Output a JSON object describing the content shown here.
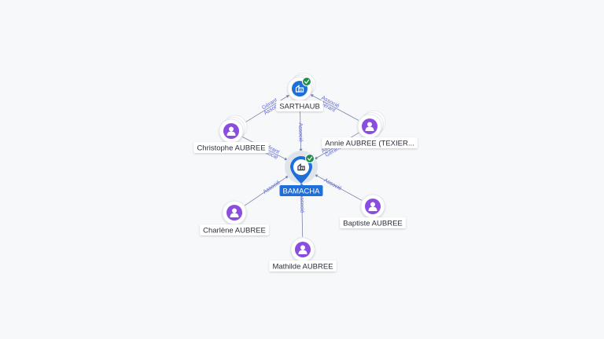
{
  "colors": {
    "person": "#8a4de0",
    "company": "#1e6fd9",
    "verified": "#1f8f4e",
    "edge": "#7b82a8",
    "edge_label": "#5b63d9"
  },
  "center": {
    "label": "BAMACHA",
    "icon": "building-icon",
    "verified": true
  },
  "nodes": [
    {
      "id": "sarthaub",
      "label": "SARTHAUB",
      "type": "company",
      "icon": "building-icon",
      "verified": true
    },
    {
      "id": "christophe",
      "label": "Christophe AUBREE",
      "type": "person",
      "icon": "person-icon"
    },
    {
      "id": "annie",
      "label": "Annie AUBREE (TEXIER...",
      "type": "person",
      "icon": "person-icon"
    },
    {
      "id": "charlene",
      "label": "Charlène AUBREE",
      "type": "person",
      "icon": "person-icon"
    },
    {
      "id": "baptiste",
      "label": "Baptiste AUBREE",
      "type": "person",
      "icon": "person-icon"
    },
    {
      "id": "mathilde",
      "label": "Mathilde AUBREE",
      "type": "person",
      "icon": "person-icon"
    }
  ],
  "edges": [
    {
      "from": "sarthaub",
      "to": "center",
      "labels": [
        "Associé"
      ]
    },
    {
      "from": "christophe",
      "to": "sarthaub",
      "labels": [
        "Gérant",
        "Associé"
      ]
    },
    {
      "from": "annie",
      "to": "sarthaub",
      "labels": [
        "Gérant",
        "Associé"
      ]
    },
    {
      "from": "christophe",
      "to": "center",
      "labels": [
        "Gérant",
        "Associé"
      ]
    },
    {
      "from": "annie",
      "to": "center",
      "labels": [
        "Gérant",
        "Associé"
      ]
    },
    {
      "from": "charlene",
      "to": "center",
      "labels": [
        "Associé"
      ]
    },
    {
      "from": "baptiste",
      "to": "center",
      "labels": [
        "Associé"
      ]
    },
    {
      "from": "mathilde",
      "to": "center",
      "labels": [
        "Associé"
      ]
    }
  ]
}
